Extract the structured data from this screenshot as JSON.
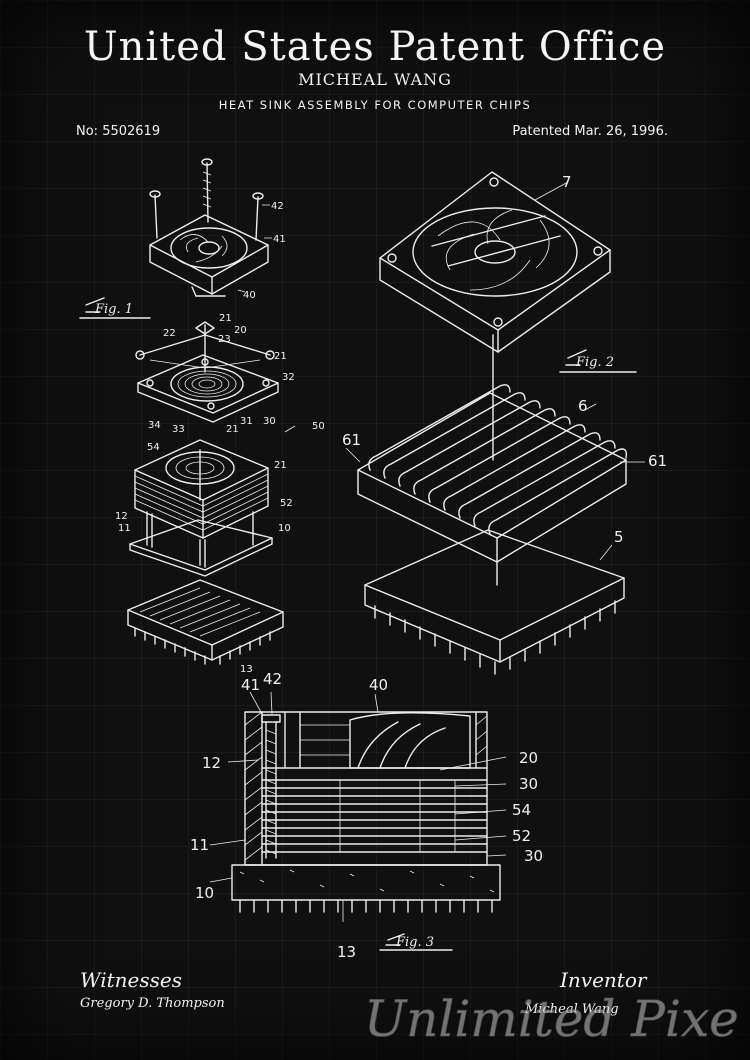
{
  "header": {
    "title": "United States Patent Office",
    "inventor": "MICHEAL WANG",
    "subtitle": "HEAT SINK ASSEMBLY FOR COMPUTER CHIPS",
    "patent_number": "No: 5502619",
    "patent_date": "Patented Mar. 26, 1996."
  },
  "figures": {
    "fig1": "Fig. 1",
    "fig2": "Fig. 2",
    "fig3": "Fig. 3"
  },
  "reference_numerals": {
    "fig1": [
      "42",
      "41",
      "40",
      "21",
      "22",
      "23",
      "20",
      "21",
      "32",
      "34",
      "33",
      "31",
      "30",
      "21",
      "50",
      "54",
      "21",
      "52",
      "12",
      "11",
      "10",
      "13"
    ],
    "fig2": [
      "7",
      "6",
      "61",
      "61",
      "5"
    ],
    "fig3": [
      "41",
      "42",
      "40",
      "12",
      "20",
      "30",
      "54",
      "11",
      "52",
      "30",
      "10",
      "13"
    ]
  },
  "footer": {
    "witnesses_label": "Witnesses",
    "witness_name": "Gregory D. Thompson",
    "inventor_label": "Inventor",
    "inventor_signature": "Micheal Wang"
  },
  "watermark": "Unlimited Pixel",
  "colors": {
    "background": "#101010",
    "ink": "#ededed"
  }
}
